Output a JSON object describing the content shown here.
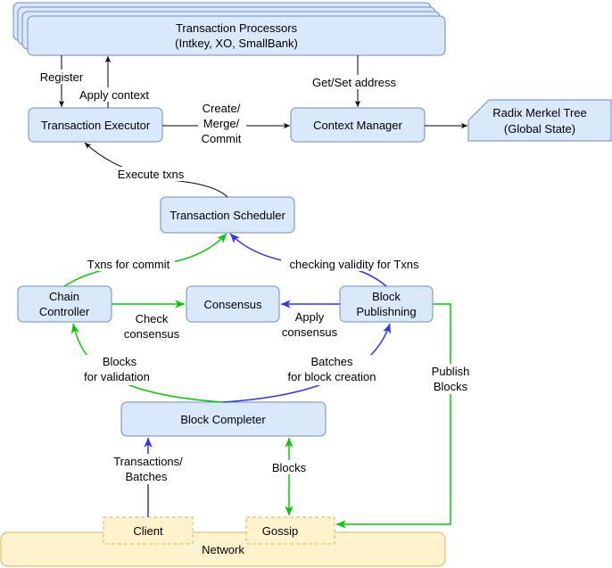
{
  "colors": {
    "node_fill": "#dae8fc",
    "node_stroke": "#6c8ebf",
    "network_fill": "#fff2cc",
    "network_stroke": "#d6b656",
    "green": "#00cc00",
    "blue": "#3333ff",
    "black": "#000000"
  },
  "nodes": {
    "transaction_processors": {
      "line1": "Transaction Processors",
      "line2": "(Intkey, XO, SmallBank)"
    },
    "transaction_executor": "Transaction Executor",
    "context_manager": "Context Manager",
    "radix_merkel_tree": {
      "line1": "Radix Merkel Tree",
      "line2": "(Global State)"
    },
    "transaction_scheduler": "Transaction Scheduler",
    "chain_controller": {
      "line1": "Chain",
      "line2": "Controller"
    },
    "consensus": "Consensus",
    "block_publishing": {
      "line1": "Block",
      "line2": "Publishning"
    },
    "block_completer": "Block Completer",
    "network": "Network",
    "client": "Client",
    "gossip": "Gossip"
  },
  "edges": {
    "register": "Register",
    "apply_context": "Apply context",
    "get_set_address": "Get/Set address",
    "create_merge_commit": {
      "line1": "Create/",
      "line2": "Merge/",
      "line3": "Commit"
    },
    "execute_txns": "Execute txns",
    "txns_for_commit": "Txns for commit",
    "checking_validity": "checking validity for Txns",
    "check_consensus": {
      "line1": "Check",
      "line2": "consensus"
    },
    "apply_consensus": {
      "line1": "Apply",
      "line2": "consensus"
    },
    "blocks_for_validation": {
      "line1": "Blocks",
      "line2": "for validation"
    },
    "batches_for_block_creation": {
      "line1": "Batches",
      "line2": "for block creation"
    },
    "publish_blocks": {
      "line1": "Publish",
      "line2": "Blocks"
    },
    "transactions_batches": {
      "line1": "Transactions/",
      "line2": "Batches"
    },
    "blocks": "Blocks"
  }
}
